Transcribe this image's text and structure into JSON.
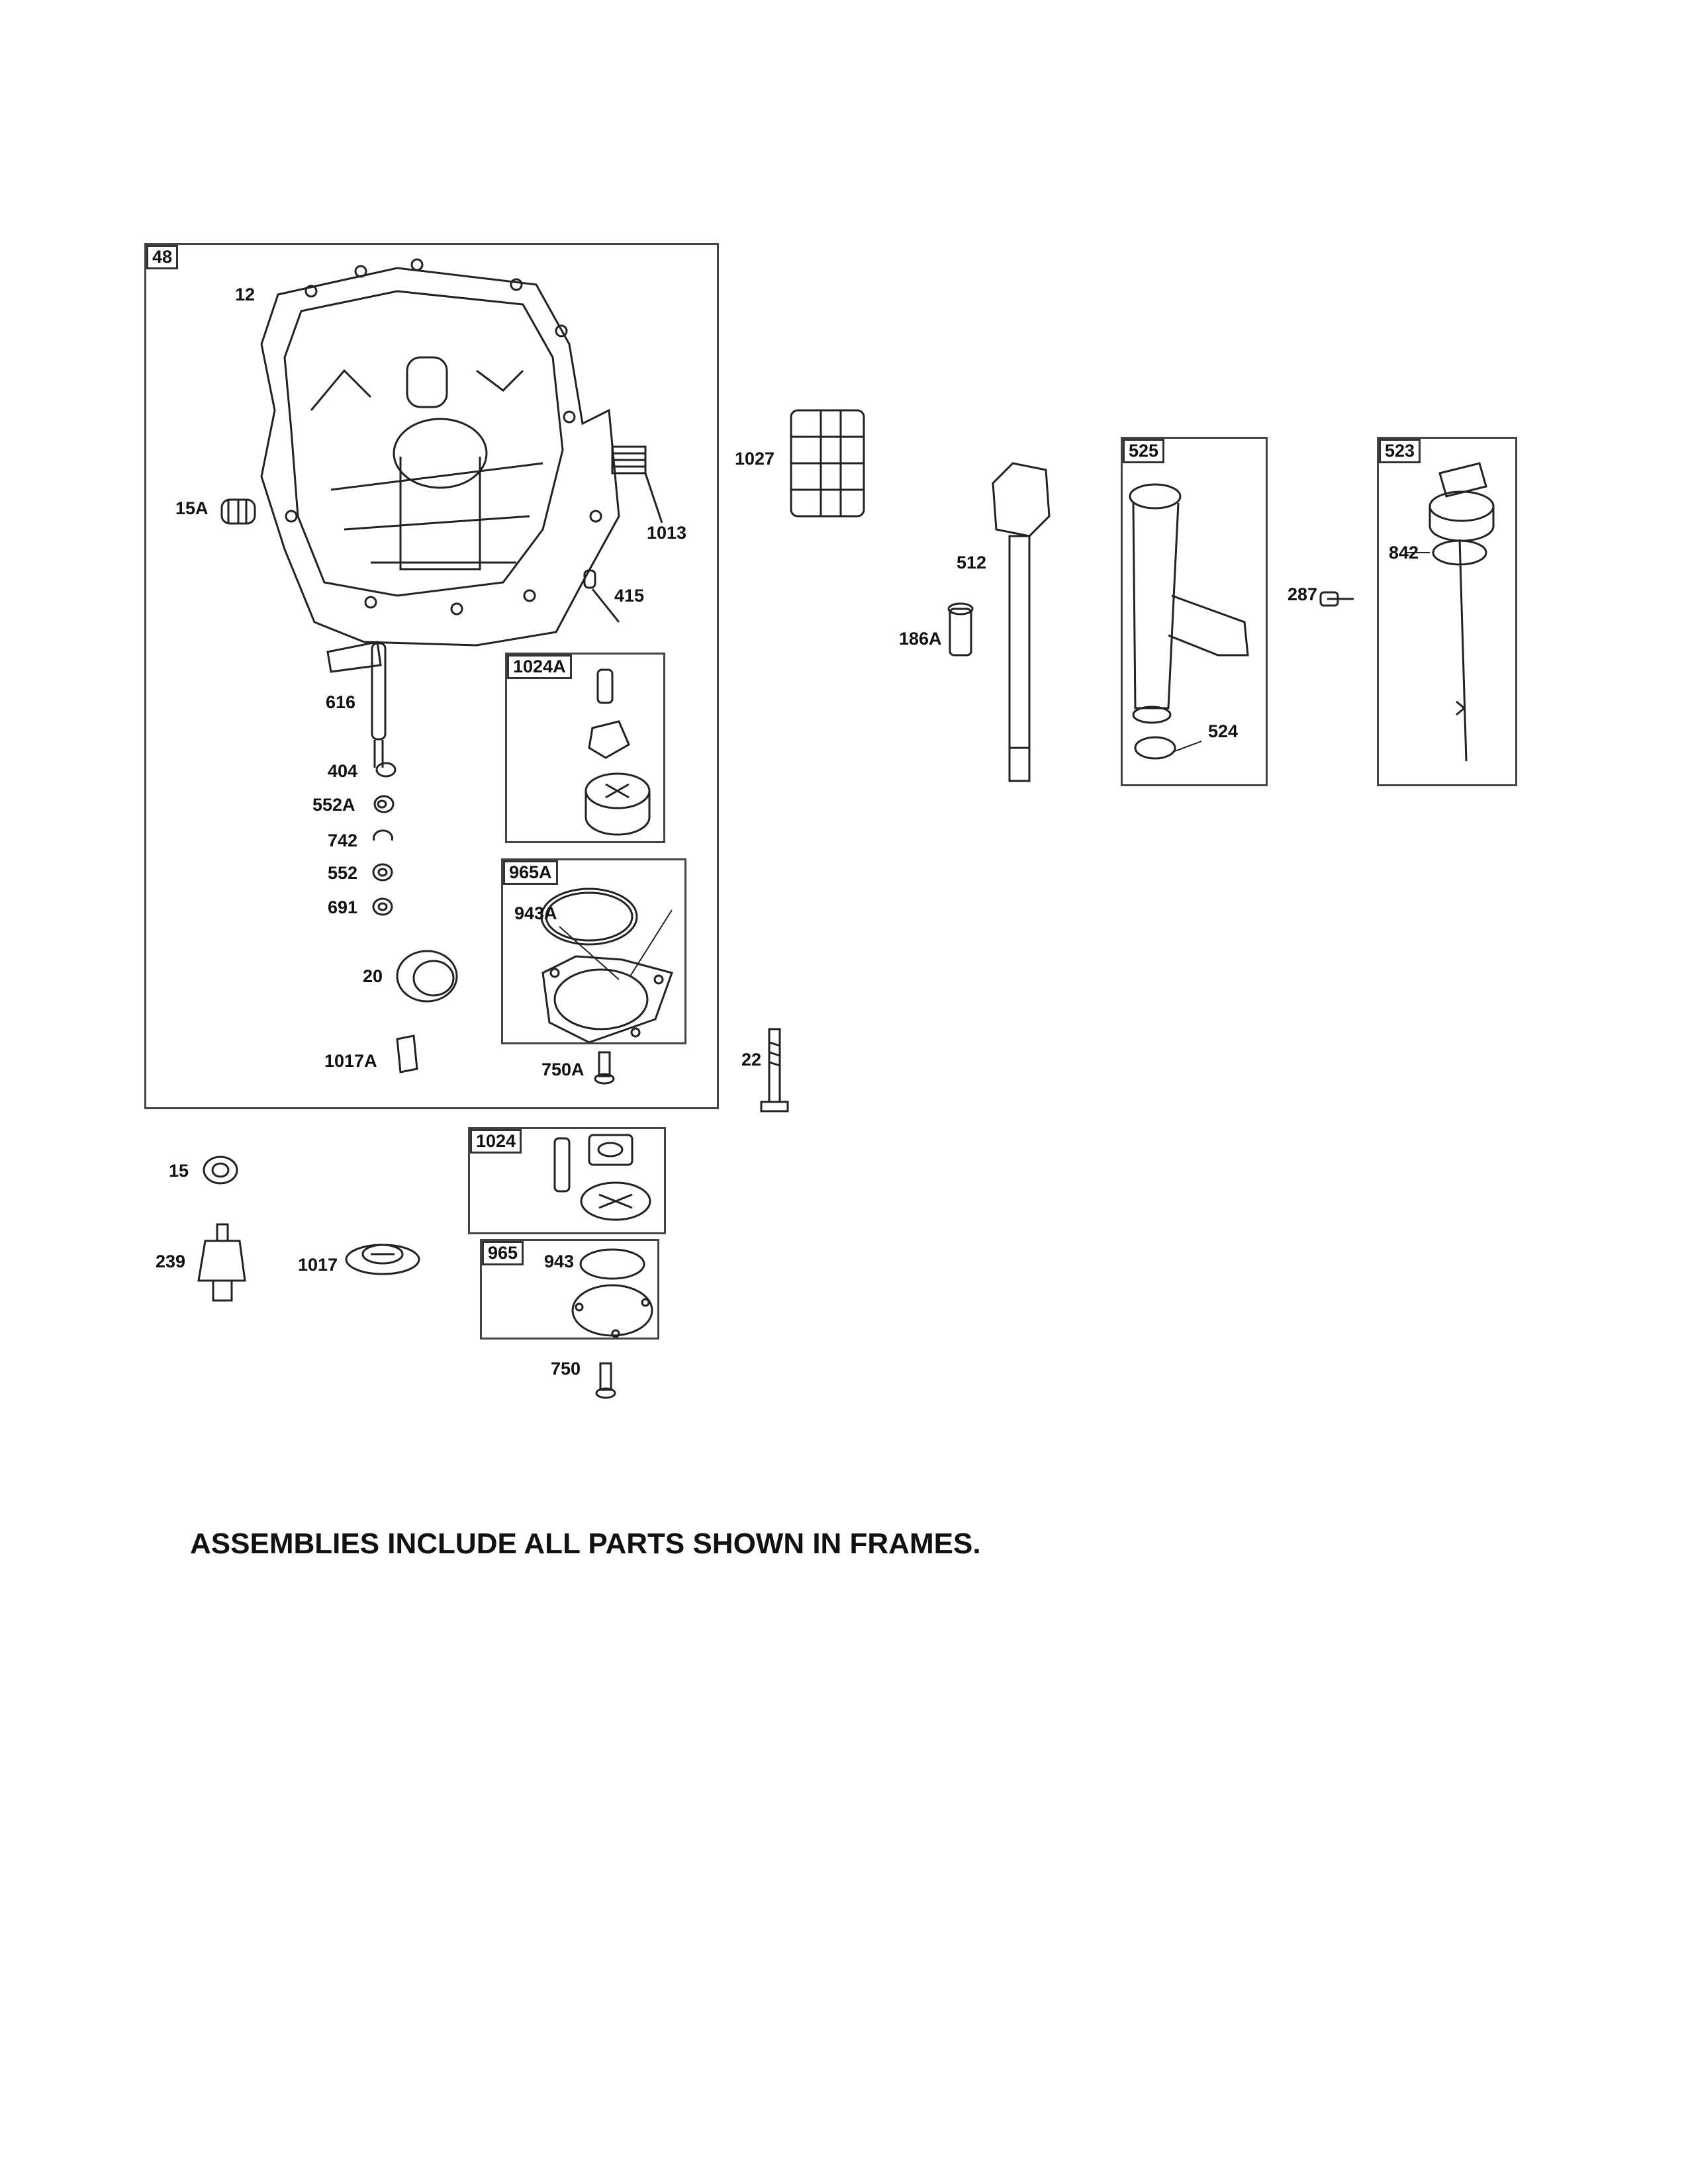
{
  "frames": {
    "f48": "48",
    "f1024A": "1024A",
    "f965A": "965A",
    "f525": "525",
    "f523": "523",
    "f1024": "1024",
    "f965": "965"
  },
  "labels": {
    "p12": "12",
    "p15A": "15A",
    "p1013": "1013",
    "p415": "415",
    "p616": "616",
    "p404": "404",
    "p552A": "552A",
    "p742": "742",
    "p552": "552",
    "p691": "691",
    "p20": "20",
    "p1017A": "1017A",
    "p750A": "750A",
    "p943A": "943A",
    "p22": "22",
    "p1027": "1027",
    "p512": "512",
    "p186A": "186A",
    "p524": "524",
    "p287": "287",
    "p842": "842",
    "p15": "15",
    "p239": "239",
    "p1017": "1017",
    "p943": "943",
    "p750": "750"
  },
  "footer": "ASSEMBLIES INCLUDE ALL PARTS SHOWN IN FRAMES."
}
